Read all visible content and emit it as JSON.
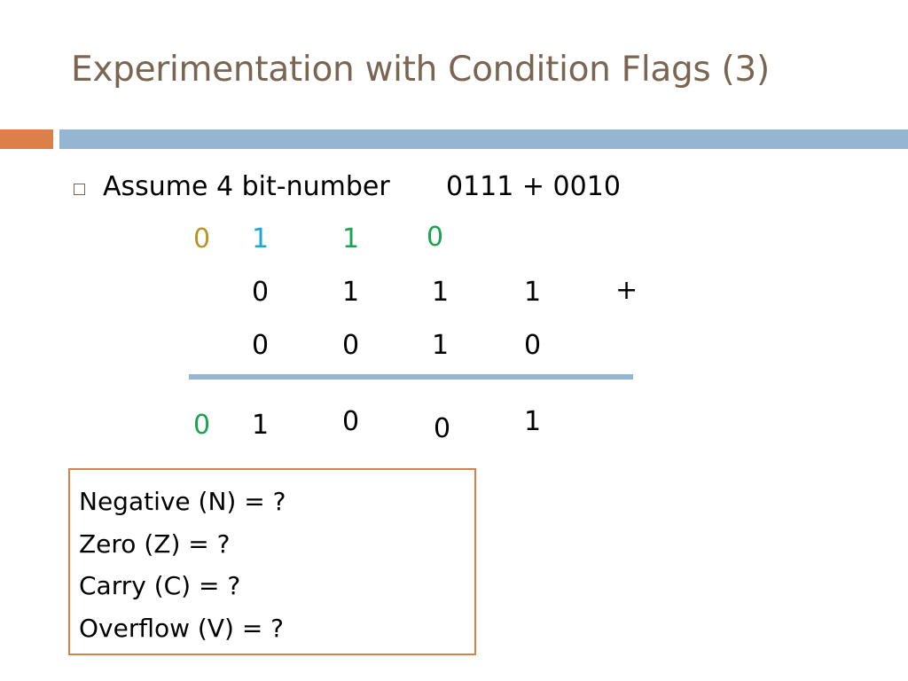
{
  "slide": {
    "title": "Experimentation with Condition Flags (3)",
    "colors": {
      "title": "#7a6552",
      "accent_orange": "#dd8047",
      "accent_blue": "#94b6d2",
      "carry_gold": "#b8952a",
      "carry_cyan": "#1aa8d8",
      "carry_green": "#1ba44f",
      "box_border": "#dd8047"
    }
  },
  "bullet": {
    "icon": "square-bullet-icon",
    "text": "Assume 4 bit-number",
    "expression": "0111 + 0010"
  },
  "addition": {
    "carries": [
      "0",
      "1",
      "1",
      "0"
    ],
    "operand_a": [
      "0",
      "1",
      "1",
      "1"
    ],
    "plus_sign": "+",
    "operand_b": [
      "0",
      "0",
      "1",
      "0"
    ],
    "result": [
      "0",
      "1",
      "0",
      "0",
      "1"
    ]
  },
  "flags": [
    "Negative (N) = ?",
    "Zero (Z) = ?",
    "Carry (C) = ?",
    "Overflow (V) = ?"
  ]
}
